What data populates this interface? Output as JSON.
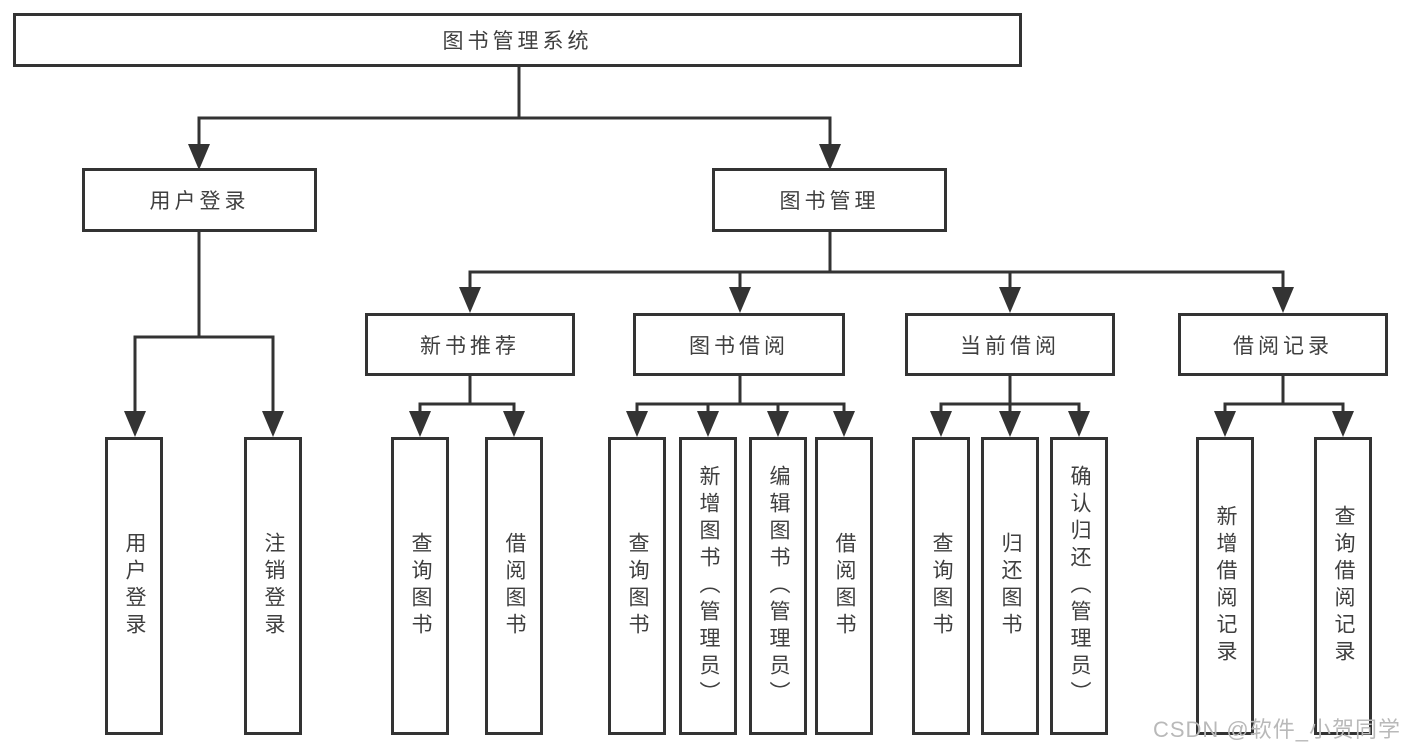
{
  "colors": {
    "border": "#333333",
    "line": "#333333",
    "text": "#3f3f3f",
    "watermark": "#b9b9b9",
    "background": "#ffffff"
  },
  "watermark": "CSDN @软件_小贺同学",
  "tree": {
    "label": "图书管理系统",
    "children": [
      {
        "label": "用户登录",
        "children": [
          {
            "label": "用户登录"
          },
          {
            "label": "注销登录"
          }
        ]
      },
      {
        "label": "图书管理",
        "children": [
          {
            "label": "新书推荐",
            "children": [
              {
                "label": "查询图书"
              },
              {
                "label": "借阅图书"
              }
            ]
          },
          {
            "label": "图书借阅",
            "children": [
              {
                "label": "查询图书"
              },
              {
                "label": "新增图书（管理员）"
              },
              {
                "label": "编辑图书（管理员）"
              },
              {
                "label": "借阅图书"
              }
            ]
          },
          {
            "label": "当前借阅",
            "children": [
              {
                "label": "查询图书"
              },
              {
                "label": "归还图书"
              },
              {
                "label": "确认归还（管理员）"
              }
            ]
          },
          {
            "label": "借阅记录",
            "children": [
              {
                "label": "新增借阅记录"
              },
              {
                "label": "查询借阅记录"
              }
            ]
          }
        ]
      }
    ]
  }
}
